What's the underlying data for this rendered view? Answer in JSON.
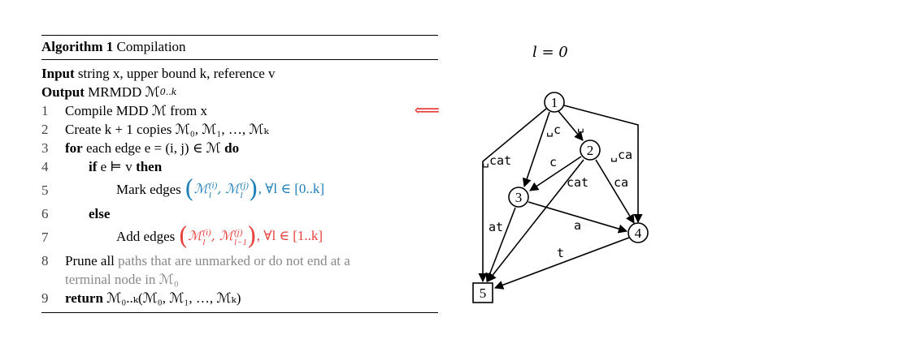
{
  "algorithm": {
    "label": "Algorithm 1",
    "title": "Compilation",
    "input_kw": "Input",
    "input_text": "string x, upper bound k, reference v",
    "output_kw": "Output",
    "output_text": "MRMDD ℳ",
    "output_sub": "0..k",
    "lines": [
      {
        "num": "1",
        "text": "Compile MDD ℳ from x"
      },
      {
        "num": "2",
        "text": "Create k + 1 copies ℳ₀, ℳ₁, …, ℳₖ"
      },
      {
        "num": "3",
        "kw_pre": "for",
        "text": "each edge e = (i, j) ∈ ℳ",
        "kw_post": "do"
      },
      {
        "num": "4",
        "kw_pre": "if",
        "text": "e ⊨ v",
        "kw_post": "then"
      },
      {
        "num": "5",
        "text": "Mark edges",
        "math": ", ∀l ∈ [0..k]",
        "pair": [
          "ℳ",
          "(i)",
          "l",
          "ℳ",
          "(j)",
          "l"
        ]
      },
      {
        "num": "6",
        "kw_pre": "else"
      },
      {
        "num": "7",
        "text": "Add edges",
        "math": ", ∀l ∈ [1..k]",
        "pair": [
          "ℳ",
          "(i)",
          "l",
          "ℳ",
          "(j)",
          "l−1"
        ]
      },
      {
        "num": "8",
        "kw_pre": "Prune all",
        "text_gray": "paths that are unmarked or do not end at a",
        "text_gray2": "terminal node in ℳ₀"
      },
      {
        "num": "9",
        "kw_pre": "return",
        "text": "ℳ₀..ₖ(ℳ₀, ℳ₁, …, ℳₖ)"
      }
    ],
    "arrow": "⟸"
  },
  "graph": {
    "title": "l = 0",
    "nodes": [
      "1",
      "2",
      "3",
      "4",
      "5"
    ],
    "edge_labels": [
      "␣c",
      "␣",
      "␣cat",
      "c",
      "␣ca",
      "cat",
      "ca",
      "at",
      "a",
      "t"
    ]
  }
}
